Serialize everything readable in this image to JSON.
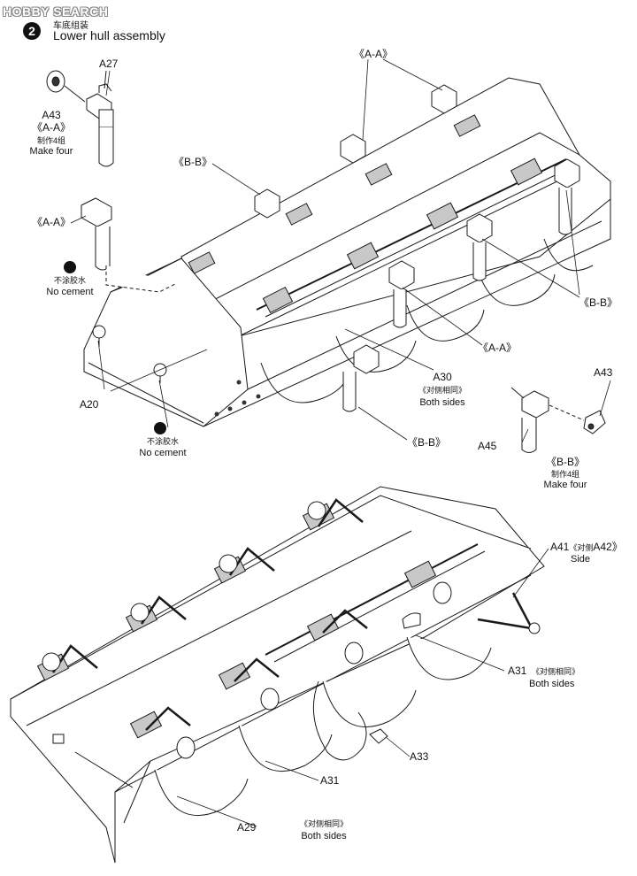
{
  "watermark": "HOBBY SEARCH",
  "step": {
    "number": "2",
    "title_cn": "车底组装",
    "title_en": "Lower hull assembly"
  },
  "labels": {
    "a27": "A27",
    "a43_top": "A43",
    "aa_top": "《A-A》",
    "make4_cn_top": "制作4组",
    "make4_en_top": "Make four",
    "aa_left": "《A-A》",
    "aa_upper": "《A-A》",
    "bb_upper": "《B-B》",
    "bb_right": "《B-B》",
    "aa_mid": "《A-A》",
    "nocement_cn_1": "不涂胶水",
    "nocement_en_1": "No cement",
    "nocement_cn_2": "不涂胶水",
    "nocement_en_2": "No cement",
    "a20": "A20",
    "a30": "A30",
    "both_cn_1": "《对侧相同》",
    "both_en_1": "Both sides",
    "bb_mid": "《B-B》",
    "a43_right": "A43",
    "a45": "A45",
    "bb_detail": "《B-B》",
    "make4_cn_right": "制作4组",
    "make4_en_right": "Make four",
    "a41": "A41",
    "a41_cn": "《对侧",
    "a42": "A42》",
    "side": "Side",
    "a31_right": "A31",
    "both_cn_2": "《对侧相同》",
    "both_en_2": "Both sides",
    "a33": "A33",
    "a31_bottom": "A31",
    "a29": "A29",
    "both_cn_3": "《对侧相同》",
    "both_en_3": "Both sides"
  },
  "colors": {
    "line": "#1a1a1a",
    "shade": "#c8c8c8",
    "dark": "#555555"
  }
}
